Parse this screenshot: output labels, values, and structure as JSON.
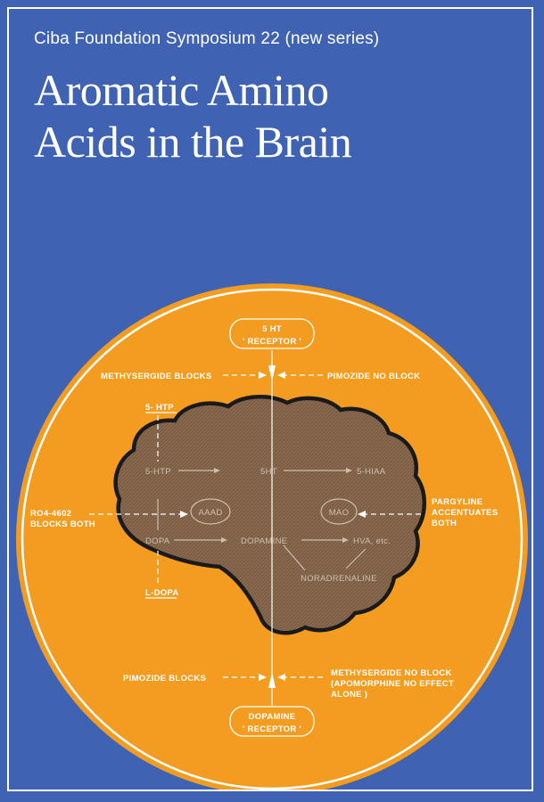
{
  "cover": {
    "series": "Ciba Foundation Symposium 22 (new series)",
    "title_line1": "Aromatic Amino",
    "title_line2": "Acids in the Brain"
  },
  "diagram": {
    "receptor_top_1": "5 HT",
    "receptor_top_2": "' RECEPTOR '",
    "methysergide_blocks": "METHYSERGIDE BLOCKS",
    "pimozide_no_block": "PIMOZIDE NO BLOCK",
    "htp_input": "5- HTP",
    "ro4_line1": "RO4-4602",
    "ro4_line2": "BLOCKS BOTH",
    "pargyline_line1": "PARGYLINE",
    "pargyline_line2": "ACCENTUATES",
    "pargyline_line3": "BOTH",
    "ldopa_input": "L-DOPA",
    "pimozide_blocks": "PIMOZIDE BLOCKS",
    "methysergide_no_block_1": "METHYSERGIDE NO BLOCK",
    "methysergide_no_block_2": "(APOMORPHINE NO EFFECT",
    "methysergide_no_block_3": "ALONE )",
    "receptor_bottom_1": "DOPAMINE",
    "receptor_bottom_2": "' RECEPTOR '",
    "inner_5htp": "5-HTP",
    "inner_5ht": "5HT",
    "inner_5hiaa": "5-HIAA",
    "inner_aaad": "AAAD",
    "inner_mao": "MAO",
    "inner_dopa": "DOPA",
    "inner_dopamine": "DOPAMINE",
    "inner_hva": "HVA, etc.",
    "inner_noradrenaline": "NORADRENALINE"
  },
  "colors": {
    "background": "#3f63b2",
    "circle": "#f49c1f",
    "brain": "#8a6a4f"
  }
}
